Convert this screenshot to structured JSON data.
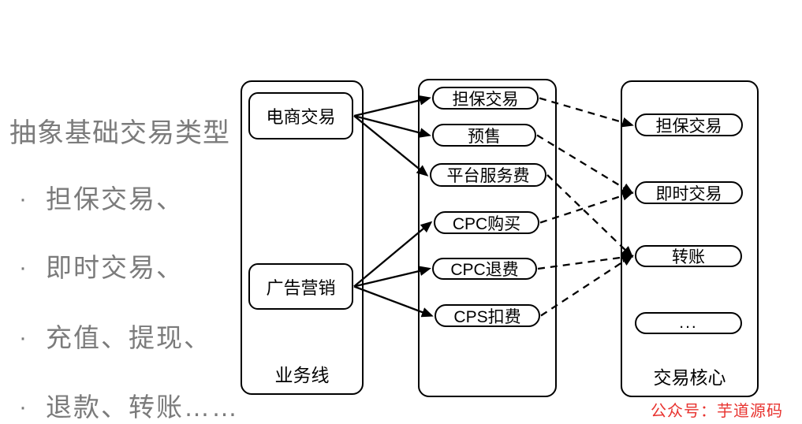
{
  "left_panel": {
    "title": "抽象基础交易类型",
    "bullets": [
      "担保交易、",
      "即时交易、",
      "充值、提现、",
      "退款、转账……"
    ]
  },
  "groups": {
    "business": {
      "label": "业务线"
    },
    "core": {
      "label": "交易核心"
    }
  },
  "nodes": {
    "ecommerce": "电商交易",
    "ads": "广告营销",
    "mid_danbao": "担保交易",
    "mid_yushou": "预售",
    "mid_pingtai": "平台服务费",
    "mid_cpc_buy": "CPC购买",
    "mid_cpc_refund": "CPC退费",
    "mid_cps": "CPS扣费",
    "core_danbao": "担保交易",
    "core_instant": "即时交易",
    "core_transfer": "转账",
    "core_more": "..."
  },
  "edges": [
    {
      "from": "ecommerce",
      "to": "mid_danbao",
      "style": "solid"
    },
    {
      "from": "ecommerce",
      "to": "mid_yushou",
      "style": "solid"
    },
    {
      "from": "ecommerce",
      "to": "mid_pingtai",
      "style": "solid"
    },
    {
      "from": "ads",
      "to": "mid_cpc_buy",
      "style": "solid"
    },
    {
      "from": "ads",
      "to": "mid_cpc_refund",
      "style": "solid"
    },
    {
      "from": "ads",
      "to": "mid_cps",
      "style": "solid"
    },
    {
      "from": "mid_danbao",
      "to": "core_danbao",
      "style": "dashed"
    },
    {
      "from": "mid_yushou",
      "to": "core_instant",
      "style": "dashed"
    },
    {
      "from": "mid_pingtai",
      "to": "core_transfer",
      "style": "dashed"
    },
    {
      "from": "mid_cpc_buy",
      "to": "core_instant",
      "style": "dashed"
    },
    {
      "from": "mid_cpc_refund",
      "to": "core_transfer",
      "style": "dashed"
    },
    {
      "from": "mid_cps",
      "to": "core_transfer",
      "style": "dashed"
    }
  ],
  "watermark": "公众号：芋道源码",
  "colors": {
    "diagram_line": "#000000",
    "side_text_gray": "#7b7b7b",
    "watermark_red": "#e8332f"
  }
}
